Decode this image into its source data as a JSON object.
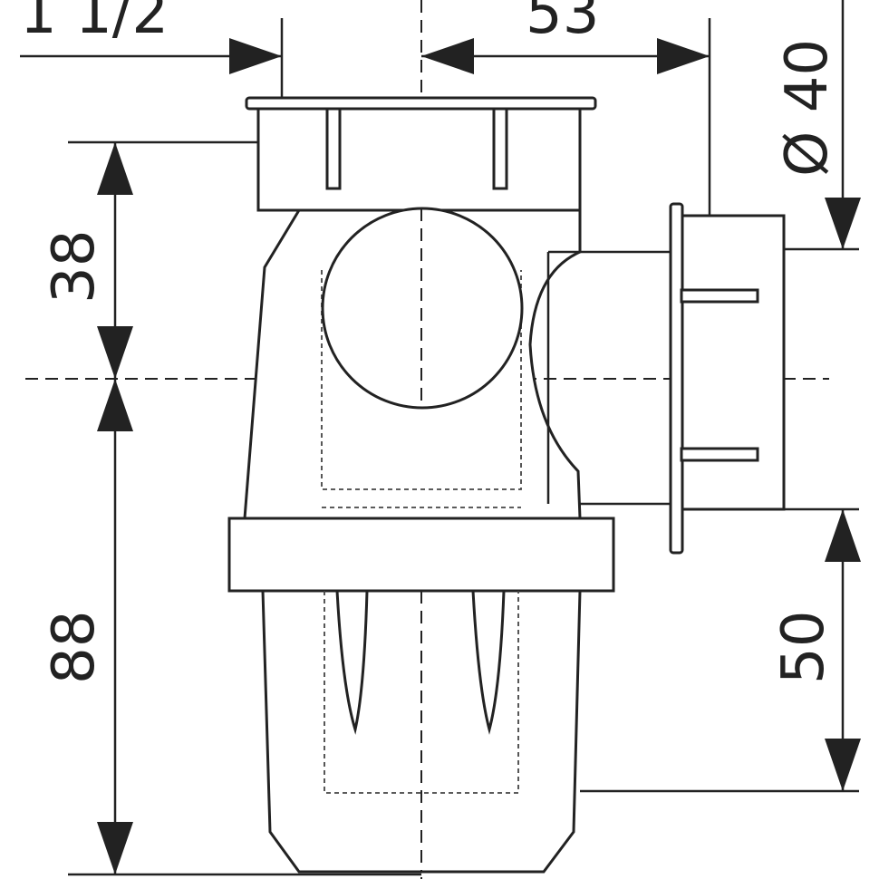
{
  "drawing": {
    "dimensions": {
      "inlet_thread": "1 1/2",
      "horizontal_offset": "53",
      "outlet_diameter": "Ø 40",
      "upper_height": "38",
      "lower_height": "88",
      "outlet_height": "50"
    }
  }
}
